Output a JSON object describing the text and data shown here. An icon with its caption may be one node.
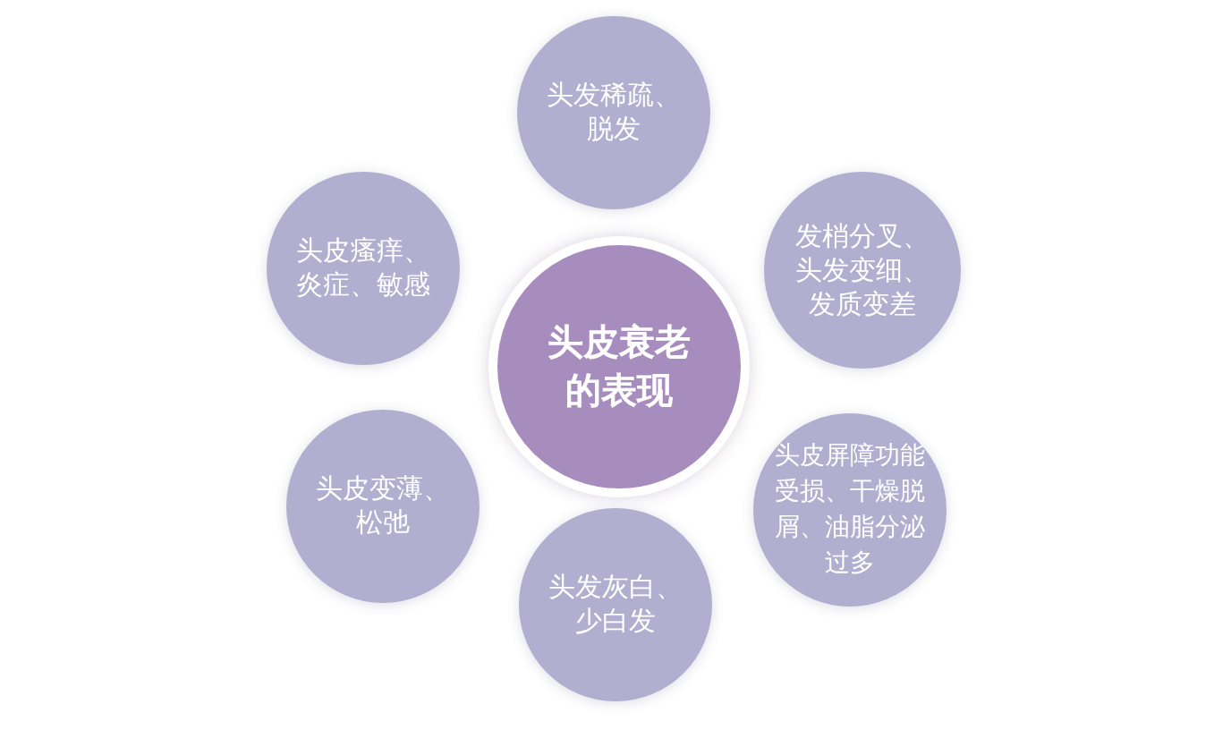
{
  "diagram": {
    "nodes": [
      {
        "text": [
          "头皮衰老的表现"
        ]
      },
      {
        "text": [
          "头发稀疏、脱发"
        ]
      },
      {
        "text": [
          "发梢分叉、头发变细、发质变差"
        ]
      },
      {
        "text": [
          "头皮屏障功能受损、干燥脱屑、油脂分泌过多"
        ]
      },
      {
        "text": [
          "头发灰白、少白发"
        ]
      },
      {
        "text": [
          "头皮变薄、松弛"
        ]
      },
      {
        "text": [
          "头皮瘙痒、炎症、敏感"
        ]
      }
    ]
  }
}
